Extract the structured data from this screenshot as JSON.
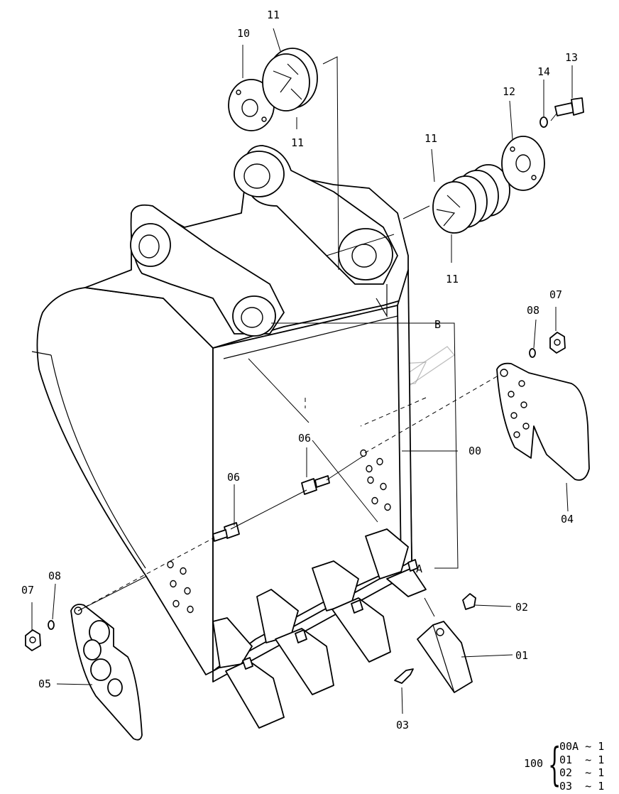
{
  "callouts": {
    "p00": "00",
    "p01": "01",
    "p02": "02",
    "p03": "03",
    "p04": "04",
    "p05": "05",
    "p06a": "06",
    "p06b": "06",
    "p07a": "07",
    "p07b": "07",
    "p08a": "08",
    "p08b": "08",
    "p10": "10",
    "p11a": "11",
    "p11b": "11",
    "p11c": "11",
    "p11d": "11",
    "p12": "12",
    "p13": "13",
    "p14": "14",
    "refA": "A",
    "refB": "B"
  },
  "legend": {
    "total": "100",
    "rows": [
      {
        "part": "00A",
        "sep": "~",
        "qty": "1"
      },
      {
        "part": "01",
        "sep": "~",
        "qty": "1"
      },
      {
        "part": "02",
        "sep": "~",
        "qty": "1"
      },
      {
        "part": "03",
        "sep": "~",
        "qty": "1"
      }
    ]
  }
}
